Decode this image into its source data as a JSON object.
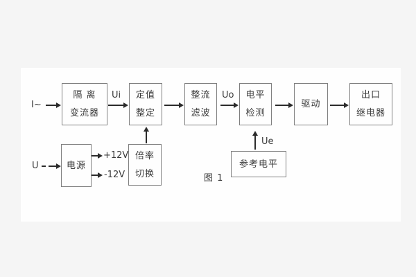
{
  "figure": {
    "caption": "图 1",
    "colors": {
      "page_background": "#f5f5f5",
      "canvas_background": "#fefefe",
      "box_border": "#7f7f7f",
      "text": "#3a3a3a",
      "arrow": "#2b2b2b"
    },
    "signals": {
      "input_current": "I~",
      "input_voltage": "U",
      "ui": "Ui",
      "uo": "Uo",
      "ue": "Ue",
      "plus_12v": "+12V",
      "minus_12v": "-12V"
    },
    "blocks": {
      "isolation": {
        "line1": "隔 离",
        "line2": "变流器"
      },
      "setting": {
        "line1": "定值",
        "line2": "整定"
      },
      "rectifier": {
        "line1": "整流",
        "line2": "滤波"
      },
      "level": {
        "line1": "电平",
        "line2": "检测"
      },
      "drive": {
        "line1": "驱动"
      },
      "relay": {
        "line1": "出口",
        "line2": "继电器"
      },
      "power": {
        "line1": "电源"
      },
      "multiplier": {
        "line1": "倍率",
        "line2": "切换"
      },
      "reference": {
        "line1": "参考电平"
      }
    }
  }
}
